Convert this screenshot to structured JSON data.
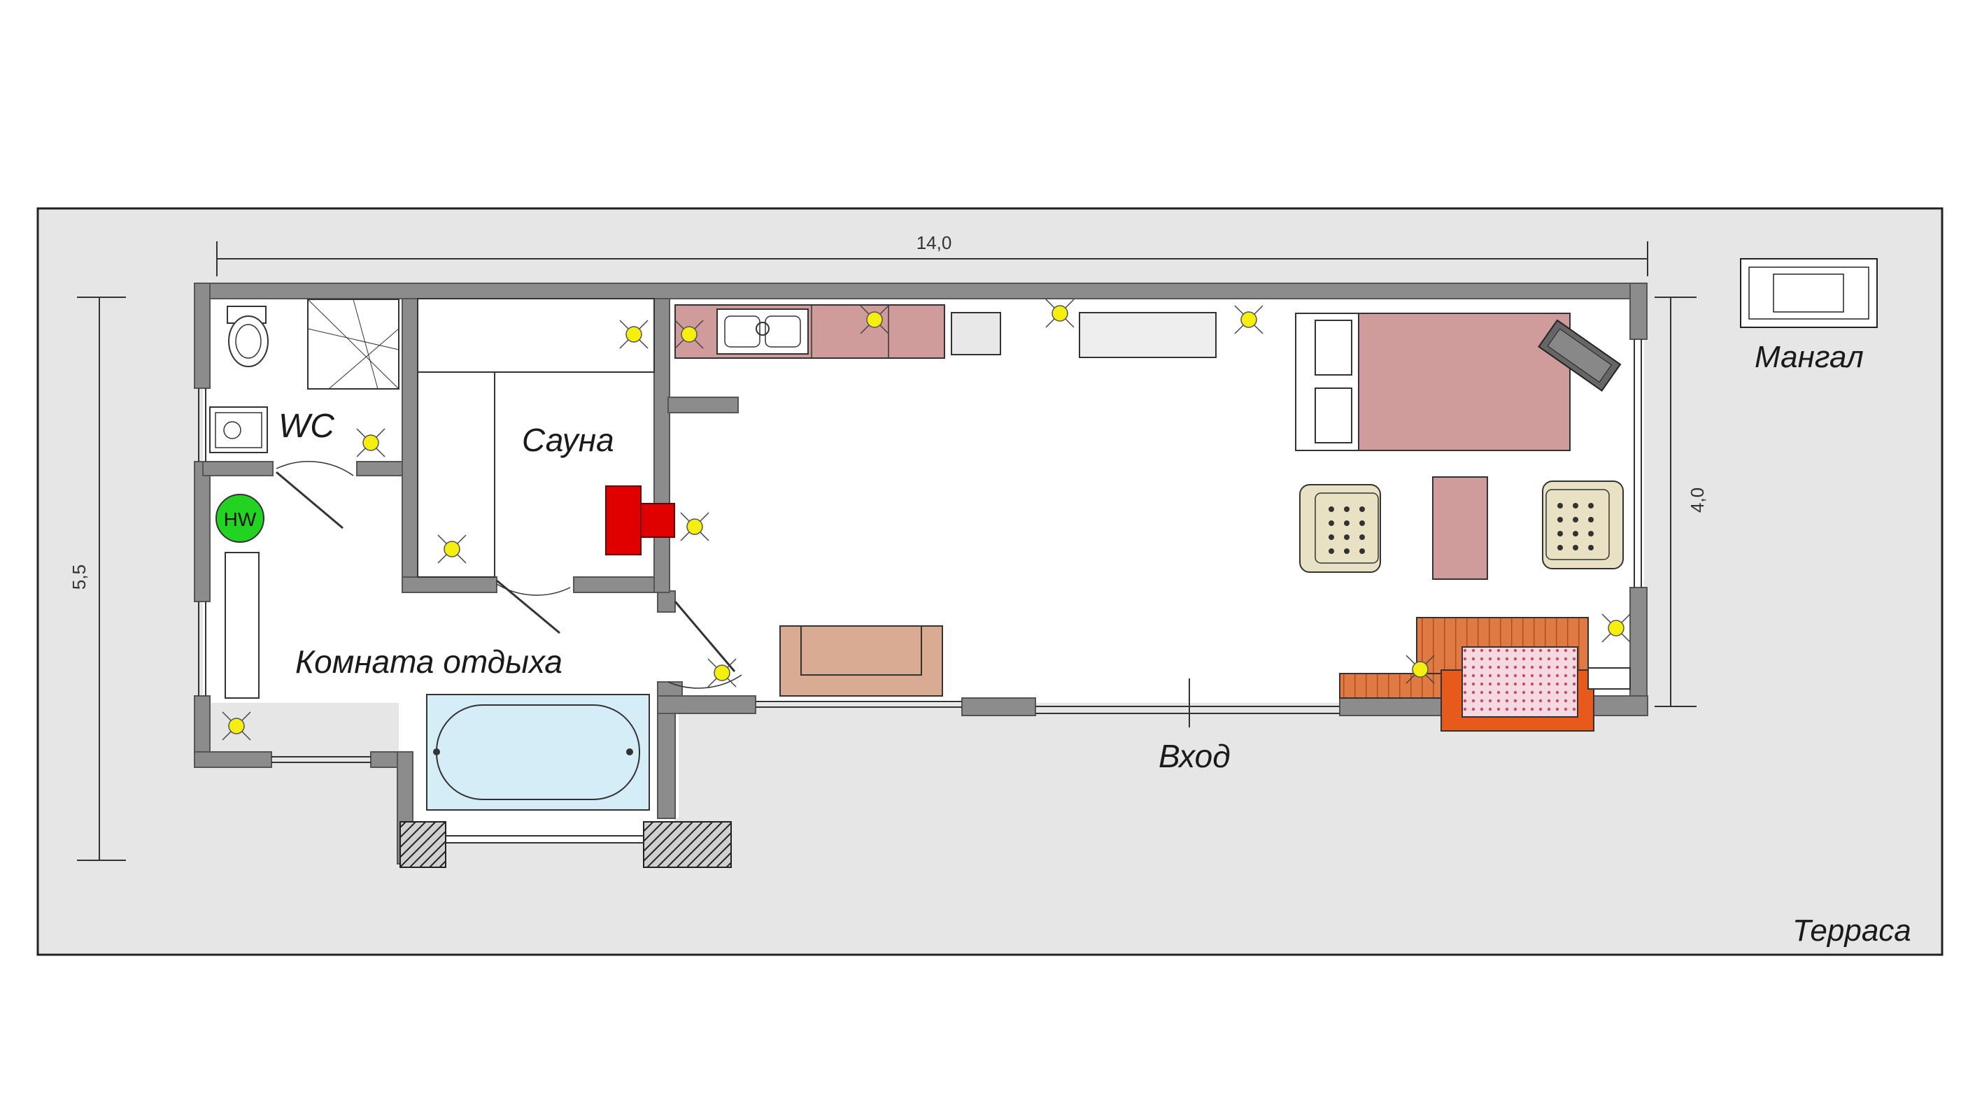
{
  "labels": {
    "wc": "WC",
    "sauna": "Сауна",
    "rest_room": "Комната отдыха",
    "entrance": "Вход",
    "grill": "Мангал",
    "terrace": "Терраса",
    "water_heater": "HW"
  },
  "dimensions": {
    "length": "14,0",
    "width": "5,5",
    "room_width": "4,0"
  },
  "colors": {
    "terrace": "#e6e6e6",
    "wall": "#8c8c8c",
    "kitchen_counter": "#cf9b9b",
    "bed": "#cf9b9b",
    "heater": "#e00000",
    "bathtub": "#d5edf6",
    "sofa": "#d9ab93",
    "armchair": "#e9e1c4",
    "fireplace_brick": "#e0703a",
    "fireplace_orange": "#e85a1c",
    "lamp": "#f5ef10",
    "water_heater": "#22d322"
  }
}
